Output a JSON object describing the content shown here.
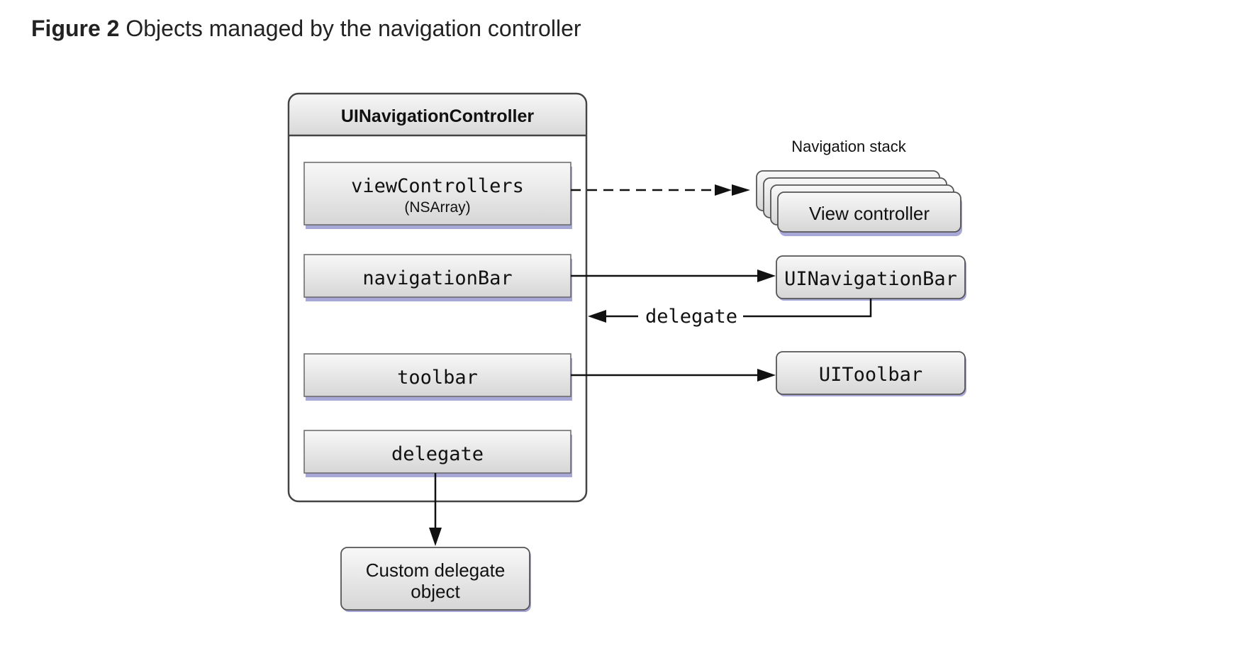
{
  "caption": {
    "label": "Figure 2",
    "text": "Objects managed by the navigation controller"
  },
  "controller": {
    "title": "UINavigationController",
    "properties": [
      {
        "name": "viewControllers",
        "type": "(NSArray)"
      },
      {
        "name": "navigationBar"
      },
      {
        "name": "toolbar"
      },
      {
        "name": "delegate"
      }
    ]
  },
  "navigation_stack": {
    "label": "Navigation stack",
    "item_label": "View controller"
  },
  "targets": {
    "navigation_bar": "UINavigationBar",
    "toolbar": "UIToolbar",
    "custom_delegate_line1": "Custom delegate",
    "custom_delegate_line2": "object"
  },
  "connections": {
    "delegate_label": "delegate"
  },
  "colors": {
    "box_top": "#f7f7f7",
    "box_bottom": "#d9d9d9",
    "border": "#555555",
    "shadow": "#8c8cc8",
    "text": "#111111"
  }
}
